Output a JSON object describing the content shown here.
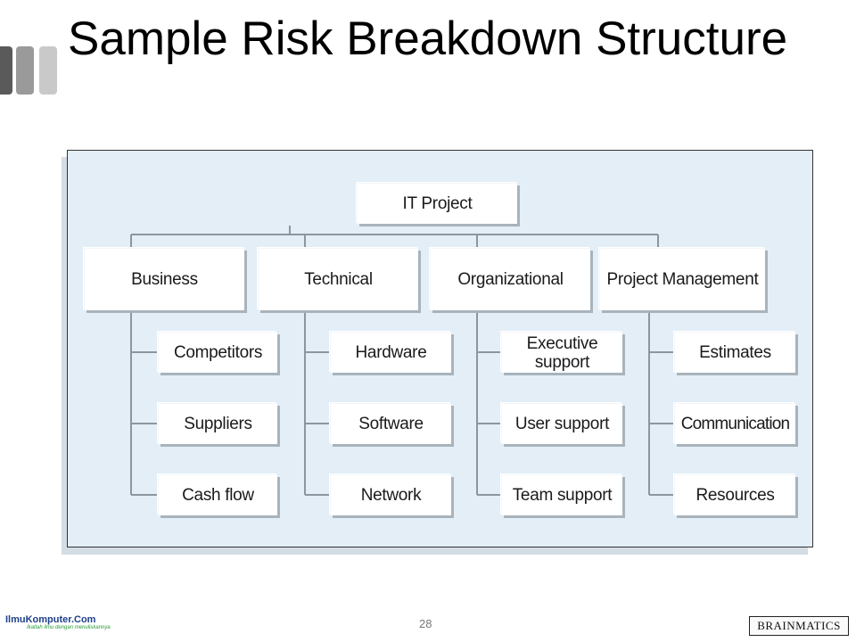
{
  "slide": {
    "title": "Sample Risk Breakdown Structure",
    "page_number": "28"
  },
  "diagram": {
    "root": "IT Project",
    "categories": [
      {
        "label": "Business",
        "items": [
          "Competitors",
          "Suppliers",
          "Cash flow"
        ]
      },
      {
        "label": "Technical",
        "items": [
          "Hardware",
          "Software",
          "Network"
        ]
      },
      {
        "label": "Organizational",
        "items": [
          "Executive support",
          "User support",
          "Team support"
        ]
      },
      {
        "label": "Project Management",
        "items": [
          "Estimates",
          "Communication",
          "Resources"
        ]
      }
    ]
  },
  "footer": {
    "left_logo": "IlmuKomputer.Com",
    "left_logo_tagline": "Ikatlah ilmu dengan menuliskannya",
    "right_logo": "BRAINMATICS"
  },
  "colors": {
    "diagram_background": "#e3eef7",
    "box_fill": "#ffffff",
    "connector": "#8c969e"
  }
}
